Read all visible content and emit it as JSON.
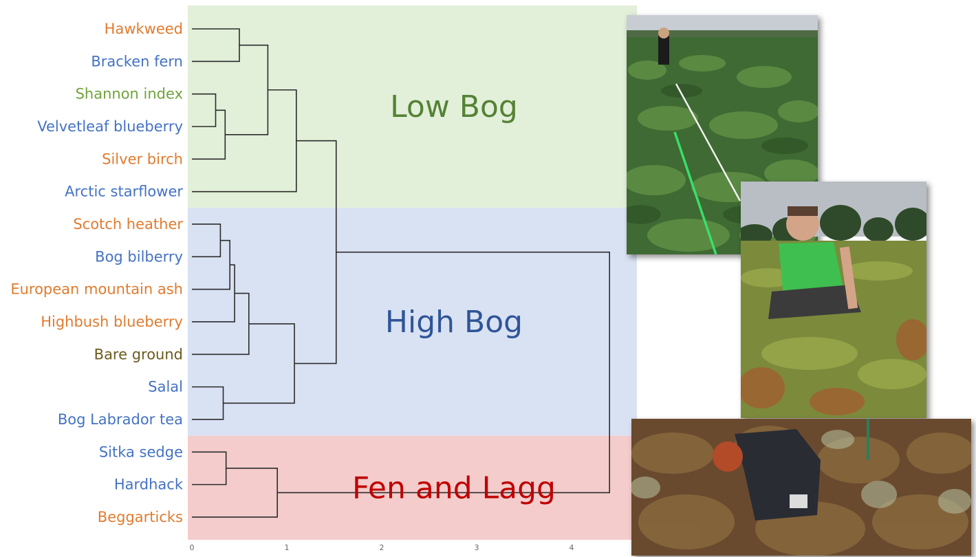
{
  "dendrogram": {
    "colors": {
      "orange": "#E07B2E",
      "blue": "#4472C4",
      "green": "#70A33A",
      "olive": "#6B5A1E",
      "branch": "#2b2b2b"
    },
    "leaves": [
      {
        "label": "Hawkweed",
        "color": "orange"
      },
      {
        "label": "Bracken fern",
        "color": "blue"
      },
      {
        "label": "Shannon index",
        "color": "green"
      },
      {
        "label": "Velvetleaf blueberry",
        "color": "blue"
      },
      {
        "label": "Silver birch",
        "color": "orange"
      },
      {
        "label": "Arctic starflower",
        "color": "blue"
      },
      {
        "label": "Scotch heather",
        "color": "orange"
      },
      {
        "label": "Bog bilberry",
        "color": "blue"
      },
      {
        "label": "European mountain ash",
        "color": "orange"
      },
      {
        "label": "Highbush blueberry",
        "color": "orange"
      },
      {
        "label": "Bare ground",
        "color": "olive"
      },
      {
        "label": "Salal",
        "color": "blue"
      },
      {
        "label": "Bog Labrador tea",
        "color": "blue"
      },
      {
        "label": "Sitka sedge",
        "color": "blue"
      },
      {
        "label": "Hardhack",
        "color": "blue"
      },
      {
        "label": "Beggarticks",
        "color": "orange"
      }
    ],
    "regions": [
      {
        "label": "Low Bog",
        "first_leaf": 0,
        "last_leaf": 5,
        "fill": "#E2EFD9",
        "text_color": "#548235"
      },
      {
        "label": "High Bog",
        "first_leaf": 6,
        "last_leaf": 12,
        "fill": "#D9E2F3",
        "text_color": "#2F5597"
      },
      {
        "label": "Fen and Lagg",
        "first_leaf": 13,
        "last_leaf": 15,
        "fill": "#F4CCCC",
        "text_color": "#C00000"
      }
    ],
    "merges": [
      {
        "a": 2,
        "b": 3,
        "height": 0.25
      },
      {
        "a": 16,
        "b": 4,
        "height": 0.35
      },
      {
        "a": 0,
        "b": 1,
        "height": 0.5
      },
      {
        "a": 18,
        "b": 17,
        "height": 0.8
      },
      {
        "a": 19,
        "b": 5,
        "height": 1.1
      },
      {
        "a": 6,
        "b": 7,
        "height": 0.3
      },
      {
        "a": 21,
        "b": 8,
        "height": 0.4
      },
      {
        "a": 22,
        "b": 9,
        "height": 0.45
      },
      {
        "a": 23,
        "b": 10,
        "height": 0.6
      },
      {
        "a": 11,
        "b": 12,
        "height": 0.33
      },
      {
        "a": 24,
        "b": 25,
        "height": 1.08
      },
      {
        "a": 20,
        "b": 26,
        "height": 1.52
      },
      {
        "a": 13,
        "b": 14,
        "height": 0.36
      },
      {
        "a": 28,
        "b": 15,
        "height": 0.9
      },
      {
        "a": 27,
        "b": 29,
        "height": 4.4
      }
    ],
    "axis": {
      "ticks": [
        "0",
        "1",
        "2",
        "3",
        "4"
      ]
    }
  }
}
